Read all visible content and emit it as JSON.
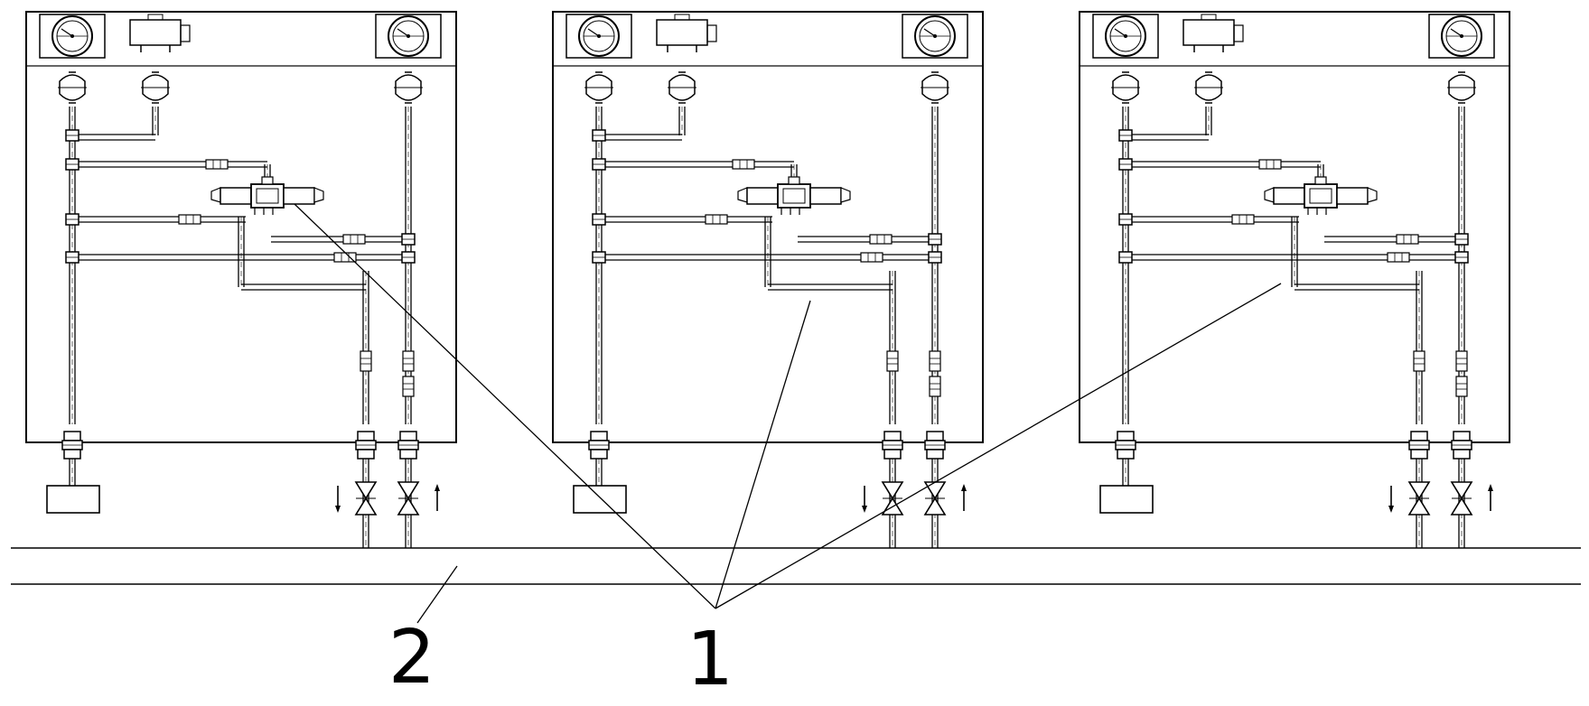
{
  "labels": {
    "ref_1": "1",
    "ref_2": "2"
  },
  "diagram": {
    "unit_count": 3,
    "line_color": "#000000",
    "background": "#ffffff"
  }
}
